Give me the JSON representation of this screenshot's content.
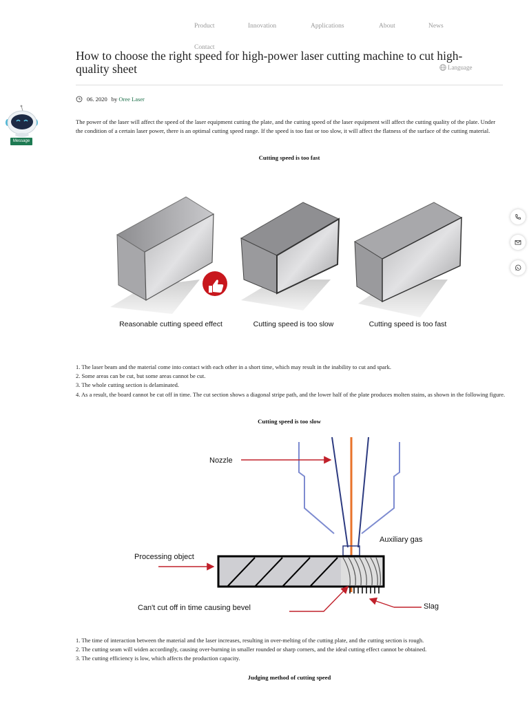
{
  "nav": {
    "items": [
      "Product",
      "Innovation",
      "Applications",
      "About",
      "News",
      "Contact"
    ],
    "language": "Language"
  },
  "article": {
    "title": "How to choose the right speed for high-power laser cutting machine to cut high-quality sheet",
    "date": "06. 2020",
    "by": "by",
    "author": "Oree Laser",
    "intro": "The power of the laser will affect the speed of the laser equipment cutting the plate, and the cutting speed of the laser equipment will affect the cutting quality of the plate. Under the condition of a certain laser power, there is an optimal cutting speed range. If the speed is too fast or too slow, it will affect the flatness of the surface of the cutting material.",
    "heading1": "Cutting speed is too fast",
    "figure1_labels": [
      "Reasonable cutting speed effect",
      "Cutting speed is too slow",
      "Cutting speed is too fast"
    ],
    "list1": [
      "1. The laser beam and the material come into contact with each other in a short time, which may result in the inability to cut and spark.",
      "2. Some areas can be cut, but some areas cannot be cut.",
      "3. The whole cutting section is delaminated.",
      "4. As a result, the board cannot be cut off in time. The cut section shows a diagonal stripe path, and the lower half of the plate produces molten stains, as shown in the following figure."
    ],
    "heading2": "Cutting speed is too slow",
    "figure2_labels": {
      "nozzle": "Nozzle",
      "aux_gas": "Auxiliary gas",
      "processing": "Processing object",
      "bevel": "Can't cut off in time causing bevel",
      "slag": "Slag"
    },
    "list2": [
      "1. The time of interaction between the material and the laser increases, resulting in over-melting of the cutting plate, and the cutting section is rough.",
      "2. The cutting seam will widen accordingly, causing over-burning in smaller rounded or sharp corners, and the ideal cutting effect cannot be obtained.",
      "3. The cutting efficiency is low, which affects the production capacity."
    ],
    "heading3": "Judging method of cutting speed"
  },
  "widgets": {
    "message_label": "Message",
    "side_icons": [
      "phone-icon",
      "mail-icon",
      "whatsapp-icon"
    ]
  },
  "colors": {
    "accent": "#1d7a52",
    "laser": "#e8732a",
    "arrow": "#c0202a"
  }
}
